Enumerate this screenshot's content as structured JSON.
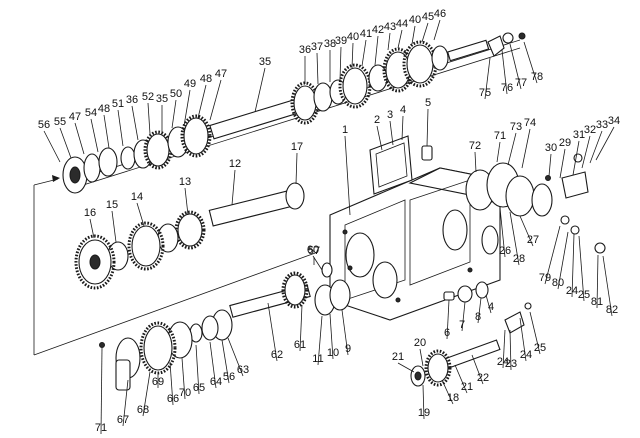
{
  "diagram": {
    "callouts": [
      "1",
      "2",
      "3",
      "4",
      "5",
      "6",
      "7",
      "8",
      "9",
      "10",
      "11",
      "12",
      "13",
      "14",
      "15",
      "16",
      "17",
      "18",
      "19",
      "20",
      "21",
      "22",
      "23",
      "24",
      "25",
      "26",
      "27",
      "28",
      "29",
      "30",
      "31",
      "32",
      "33",
      "34",
      "35",
      "36",
      "37",
      "38",
      "39",
      "40",
      "41",
      "42",
      "43",
      "44",
      "45",
      "46",
      "47",
      "48",
      "49",
      "50",
      "51",
      "52",
      "54",
      "55",
      "56",
      "57",
      "60",
      "61",
      "62",
      "63",
      "64",
      "65",
      "66",
      "67",
      "68",
      "69",
      "70",
      "71",
      "72",
      "73",
      "74",
      "75",
      "76",
      "77",
      "78",
      "79",
      "80",
      "81",
      "82"
    ],
    "colors": {
      "ink": "#1a1a1a",
      "paper": "#ffffff",
      "dark_fill": "#2b2b2b"
    }
  }
}
